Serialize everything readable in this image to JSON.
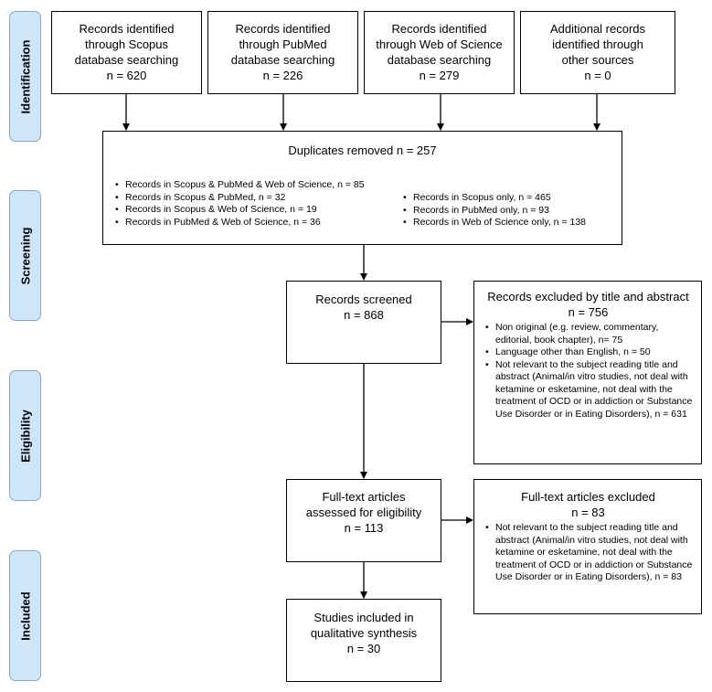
{
  "stages": [
    "Identification",
    "Screening",
    "Eligibility",
    "Included"
  ],
  "identification": [
    {
      "lines": [
        "Records identified",
        "through Scopus",
        "database searching",
        "n = 620"
      ]
    },
    {
      "lines": [
        "Records identified",
        "through PubMed",
        "database searching",
        "n = 226"
      ]
    },
    {
      "lines": [
        "Records identified",
        "through Web of Science",
        "database searching",
        "n = 279"
      ]
    },
    {
      "lines": [
        "Additional records",
        "identified through",
        "other sources",
        "n = 0"
      ]
    }
  ],
  "duplicates": {
    "title": "Duplicates removed n = 257",
    "left": [
      "Records in Scopus & PubMed & Web of Science, n = 85",
      "Records in Scopus & PubMed, n = 32",
      "Records in Scopus & Web of Science, n = 19",
      "Records in PubMed & Web of Science, n = 36"
    ],
    "right": [
      "Records in Scopus only, n = 465",
      "Records in PubMed only, n = 93",
      "Records in Web of Science only, n = 138"
    ]
  },
  "screened": {
    "lines": [
      "Records screened",
      "n = 868"
    ]
  },
  "excluded_title": {
    "title_lines": [
      "Records excluded by title and abstract",
      "n = 756"
    ],
    "items": [
      "Non original (e.g. review, commentary, editorial, book chapter), n= 75",
      "Language other than English, n = 50",
      "Not relevant to the subject reading title and abstract (Animal/in vitro studies, not deal with ketamine or esketamine, not deal with the treatment of OCD or in addiction or Substance Use Disorder or in Eating Disorders), n = 631"
    ]
  },
  "fulltext": {
    "lines": [
      "Full-text articles",
      "assessed for eligibility",
      "n = 113"
    ]
  },
  "excluded_fulltext": {
    "title_lines": [
      "Full-text articles excluded",
      "n = 83"
    ],
    "items": [
      "Not relevant to the subject reading title and abstract (Animal/in vitro studies, not deal with ketamine or esketamine, not deal with the treatment of OCD or in addiction or Substance Use Disorder or in Eating Disorders), n = 83"
    ]
  },
  "included": {
    "lines": [
      "Studies included in",
      "qualitative synthesis",
      "n = 30"
    ]
  }
}
